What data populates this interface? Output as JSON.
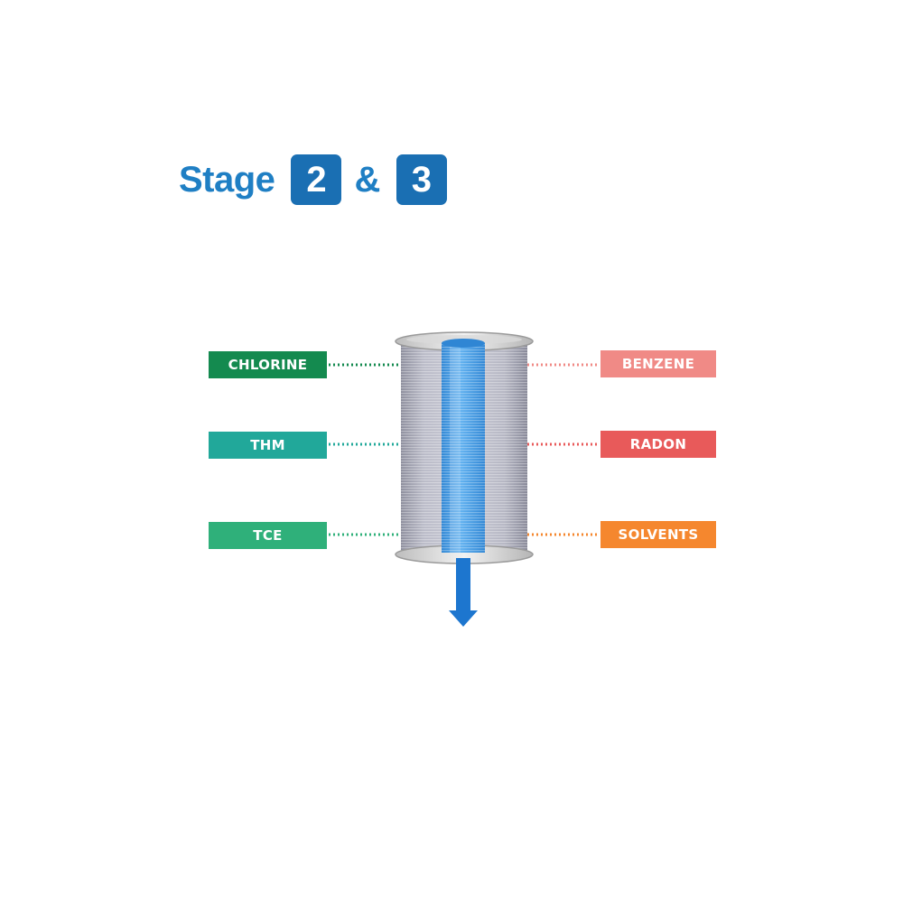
{
  "heading": {
    "stage_word": "Stage",
    "first_number": "2",
    "ampersand": "&",
    "second_number": "3"
  },
  "contaminants_left": [
    {
      "label": "CHLORINE",
      "color": "#148a4f"
    },
    {
      "label": "THM",
      "color": "#21a89a"
    },
    {
      "label": "TCE",
      "color": "#2fb07a"
    }
  ],
  "contaminants_right": [
    {
      "label": "BENZENE",
      "color": "#f08a86"
    },
    {
      "label": "RADON",
      "color": "#e85a5a"
    },
    {
      "label": "SOLVENTS",
      "color": "#f5872e"
    }
  ],
  "colors": {
    "title_text": "#1f7fc4",
    "number_box": "#1a6fb3",
    "center_tube": "#3a93dd",
    "outflow_arrow": "#1d76cf",
    "cartridge_body": "#a9aab8"
  }
}
